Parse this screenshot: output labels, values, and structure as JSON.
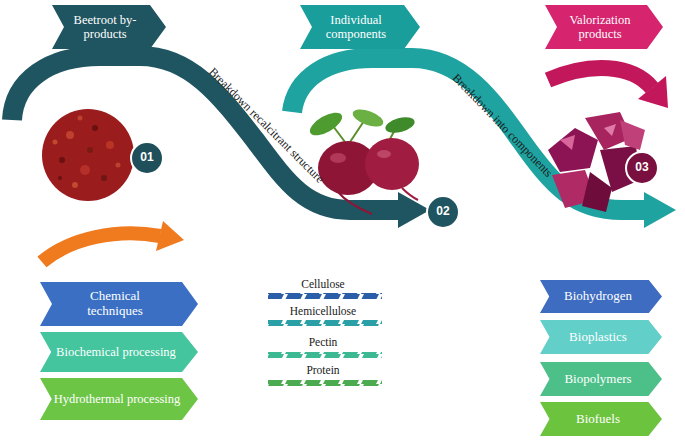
{
  "diagram": {
    "nodes": [
      {
        "text": [
          "Beetroot by- products"
        ]
      },
      {
        "text": [
          "Individual components"
        ]
      },
      {
        "text": [
          "Valorization products"
        ]
      },
      {
        "text": [
          "01"
        ]
      },
      {
        "text": [
          "02"
        ]
      },
      {
        "text": [
          "03"
        ]
      },
      {
        "text": [
          "Chemical techniques"
        ]
      },
      {
        "text": [
          "Biochemical processing"
        ]
      },
      {
        "text": [
          "Hydrothermal processing"
        ]
      },
      {
        "text": [
          "Biohydrogen"
        ]
      },
      {
        "text": [
          "Bioplastics"
        ]
      },
      {
        "text": [
          "Biopolymers"
        ]
      },
      {
        "text": [
          "Biofuels"
        ]
      }
    ],
    "labels": [
      "Breakdown recalcitrant structure",
      "Breakdown into components",
      "Cellulose",
      "Hemicellulose",
      "Pectin",
      "Protein"
    ]
  }
}
